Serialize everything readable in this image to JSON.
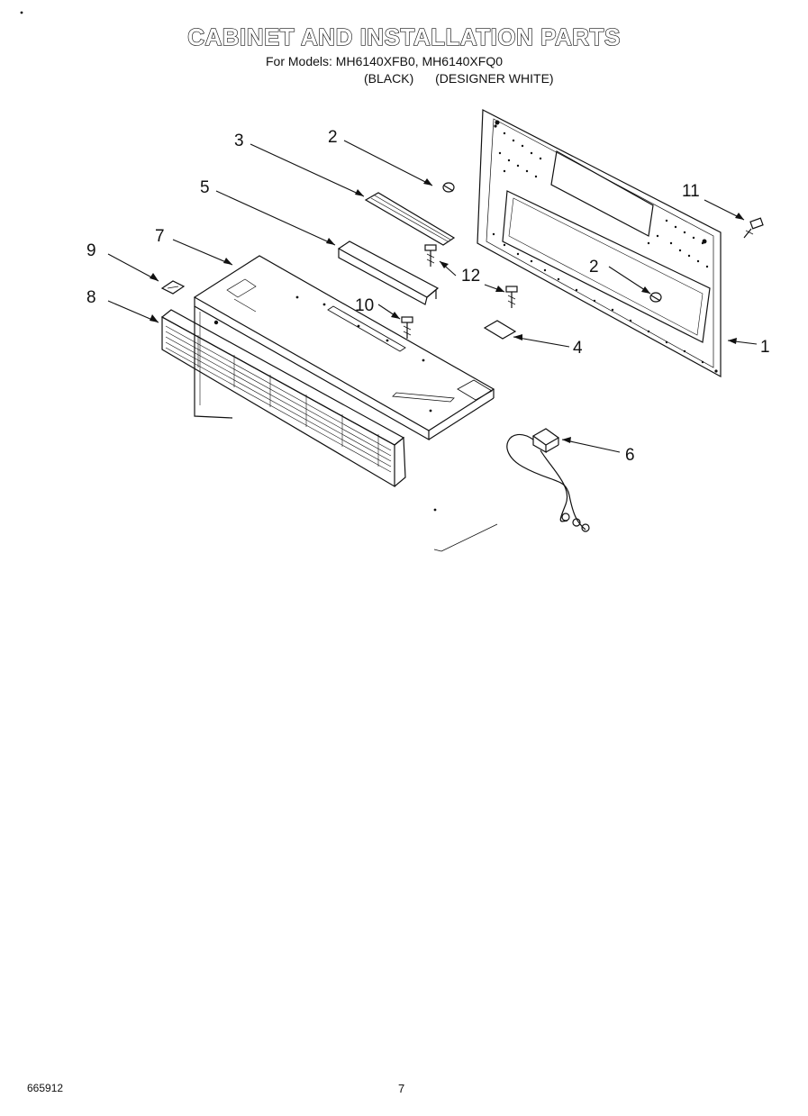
{
  "header": {
    "title": "CABINET AND INSTALLATION PARTS",
    "models_line": "For Models: MH6140XFB0, MH6140XFQ0",
    "color_black": "(BLACK)",
    "color_white": "(DESIGNER WHITE)"
  },
  "callouts": {
    "c1": "1",
    "c2a": "2",
    "c2b": "2",
    "c3": "3",
    "c4": "4",
    "c5": "5",
    "c6": "6",
    "c7": "7",
    "c8": "8",
    "c9": "9",
    "c10": "10",
    "c11": "11",
    "c12": "12"
  },
  "footer": {
    "doc_number": "665912",
    "page_number": "7"
  }
}
